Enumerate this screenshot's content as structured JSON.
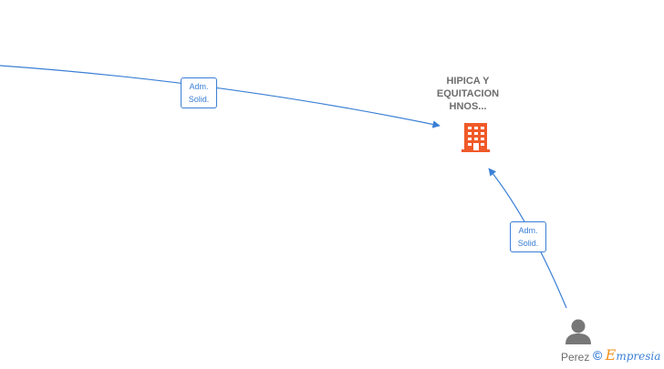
{
  "company": {
    "name_lines": [
      "HIPICA Y",
      "EQUITACION",
      "HNOS..."
    ],
    "icon": "building-icon",
    "icon_color": "#f05a28"
  },
  "person": {
    "name": "Perez",
    "icon": "person-icon",
    "icon_color": "#777777"
  },
  "edges": [
    {
      "label_line1": "Adm.",
      "label_line2": "Solid."
    },
    {
      "label_line1": "Adm.",
      "label_line2": "Solid."
    }
  ],
  "watermark": {
    "copyright": "©",
    "brand_initial": "E",
    "brand_rest": "mpresia"
  },
  "colors": {
    "edge": "#3a7fd5",
    "text": "#6d6d6d"
  }
}
